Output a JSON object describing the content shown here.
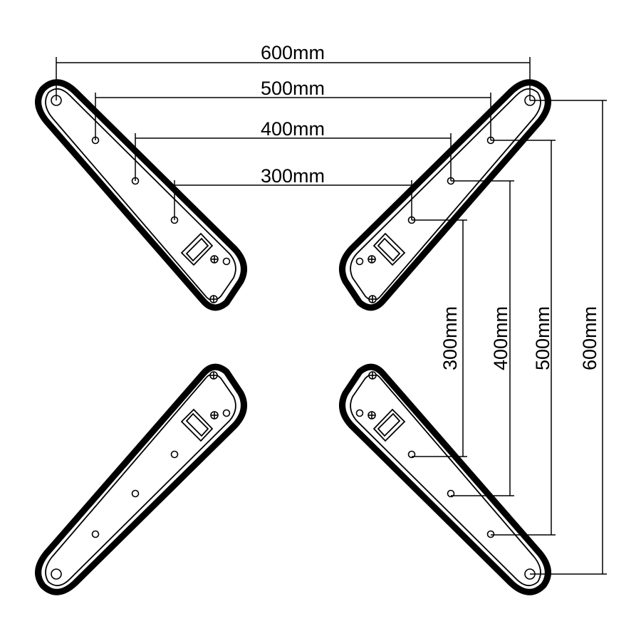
{
  "horizontal_dimensions": [
    "600mm",
    "500mm",
    "400mm",
    "300mm"
  ],
  "vertical_dimensions": [
    "300mm",
    "400mm",
    "500mm",
    "600mm"
  ],
  "line_color": "#000000",
  "background_color": "#ffffff"
}
